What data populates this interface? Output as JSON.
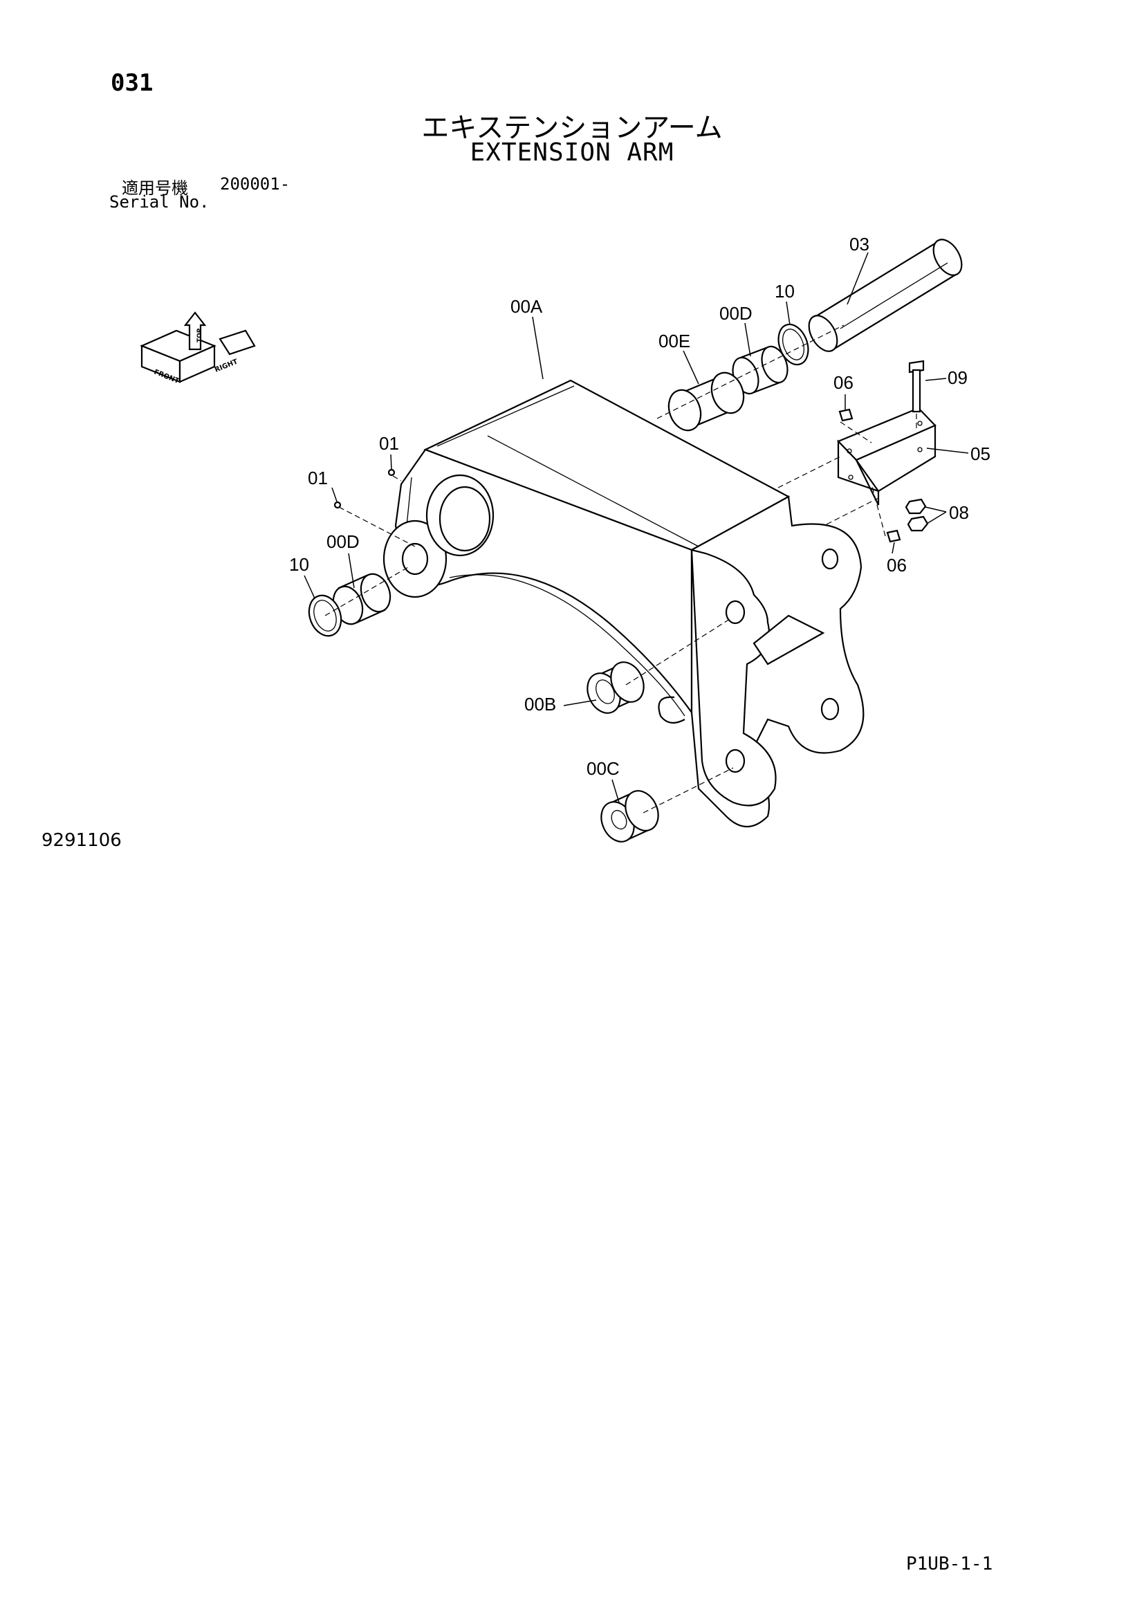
{
  "header": {
    "page_number": "031",
    "title_ja": "エキステンションアーム",
    "title_en": "EXTENSION ARM",
    "serial_label_ja": "適用号機",
    "serial_value": "200001-",
    "serial_label_en": "Serial No."
  },
  "orientation_symbol": {
    "front": "FRONT",
    "top": "TOP",
    "right": "RIGHT"
  },
  "callouts": {
    "c_03": "03",
    "c_00A": "00A",
    "c_00D_top": "00D",
    "c_10_top": "10",
    "c_00E": "00E",
    "c_06_top": "06",
    "c_09": "09",
    "c_05": "05",
    "c_01_a": "01",
    "c_01_b": "01",
    "c_00D_left": "00D",
    "c_10_left": "10",
    "c_08": "08",
    "c_06_bottom": "06",
    "c_00B": "00B",
    "c_00C": "00C"
  },
  "footer": {
    "drawing_number": "9291106",
    "page_code": "P1UB-1-1"
  }
}
